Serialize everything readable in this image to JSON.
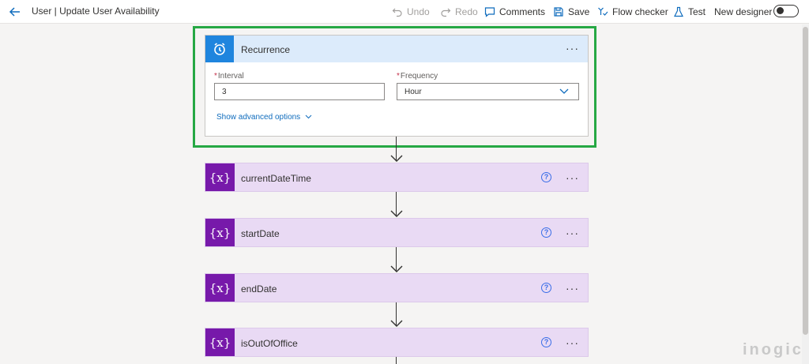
{
  "header": {
    "flow_title": "User | Update User Availability",
    "undo_label": "Undo",
    "redo_label": "Redo",
    "comments_label": "Comments",
    "save_label": "Save",
    "flow_checker_label": "Flow checker",
    "test_label": "Test",
    "new_designer_label": "New designer",
    "new_designer_on": false
  },
  "recurrence": {
    "title": "Recurrence",
    "interval_label": "Interval",
    "interval_value": "3",
    "frequency_label": "Frequency",
    "frequency_value": "Hour",
    "advanced_label": "Show advanced options",
    "more_label": "···"
  },
  "steps": [
    {
      "title": "currentDateTime",
      "icon_label": "{x}",
      "help_label": "?",
      "more_label": "···"
    },
    {
      "title": "startDate",
      "icon_label": "{x}",
      "help_label": "?",
      "more_label": "···"
    },
    {
      "title": "endDate",
      "icon_label": "{x}",
      "help_label": "?",
      "more_label": "···"
    },
    {
      "title": "isOutOfOffice",
      "icon_label": "{x}",
      "help_label": "?",
      "more_label": "···"
    }
  ],
  "watermark": "inogic",
  "colors": {
    "accent": "#0f6cbd",
    "highlight": "#26a844",
    "recurrence_icon": "#1f85de",
    "variable_icon": "#7719aa",
    "variable_card": "#e9daf4"
  },
  "icons": [
    "back-arrow-icon",
    "undo-icon",
    "redo-icon",
    "comment-icon",
    "save-icon",
    "flow-checker-icon",
    "flask-icon",
    "alarm-clock-icon",
    "variable-icon",
    "help-icon",
    "chevron-down-icon"
  ]
}
